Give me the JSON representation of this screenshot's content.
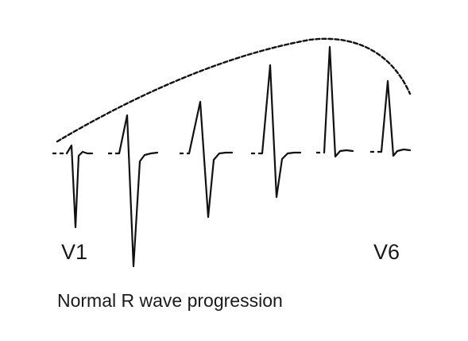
{
  "labels": {
    "first_lead": "V1",
    "last_lead": "V6"
  },
  "caption": "Normal R wave progression",
  "colors": {
    "ink": "#111111",
    "background": "#ffffff"
  }
}
